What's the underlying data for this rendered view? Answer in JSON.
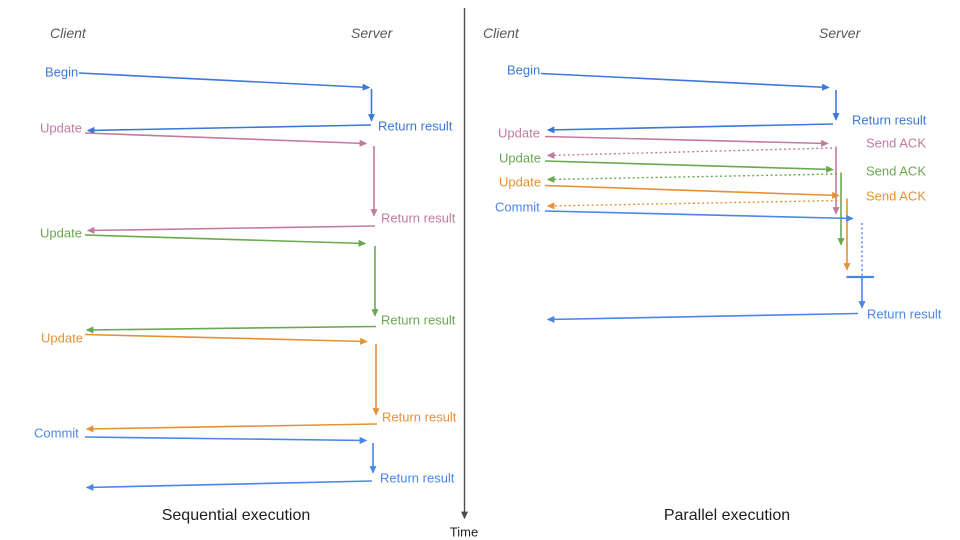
{
  "colors": {
    "blue_dark": "#3c78d8",
    "blue_light": "#4a86e8",
    "pink": "#c27ba0",
    "green": "#6aa84f",
    "orange": "#e69138",
    "header_gray": "#595959",
    "axis_gray": "#4d4d4d",
    "caption_black": "#1f1f1f"
  },
  "left_panel": {
    "caption": "Sequential execution",
    "client_header": "Client",
    "server_header": "Server",
    "commands": [
      "Begin",
      "Update",
      "Update",
      "Update",
      "Commit"
    ],
    "responses": [
      "Return result",
      "Return result",
      "Return result",
      "Return result",
      "Return result"
    ]
  },
  "right_panel": {
    "caption": "Parallel execution",
    "client_header": "Client",
    "server_header": "Server",
    "commands": [
      "Begin",
      "Update",
      "Update",
      "Update",
      "Commit"
    ],
    "responses": [
      "Return result",
      "Send ACK",
      "Send ACK",
      "Send ACK",
      "Return result"
    ]
  },
  "time_axis": {
    "label": "Time"
  }
}
